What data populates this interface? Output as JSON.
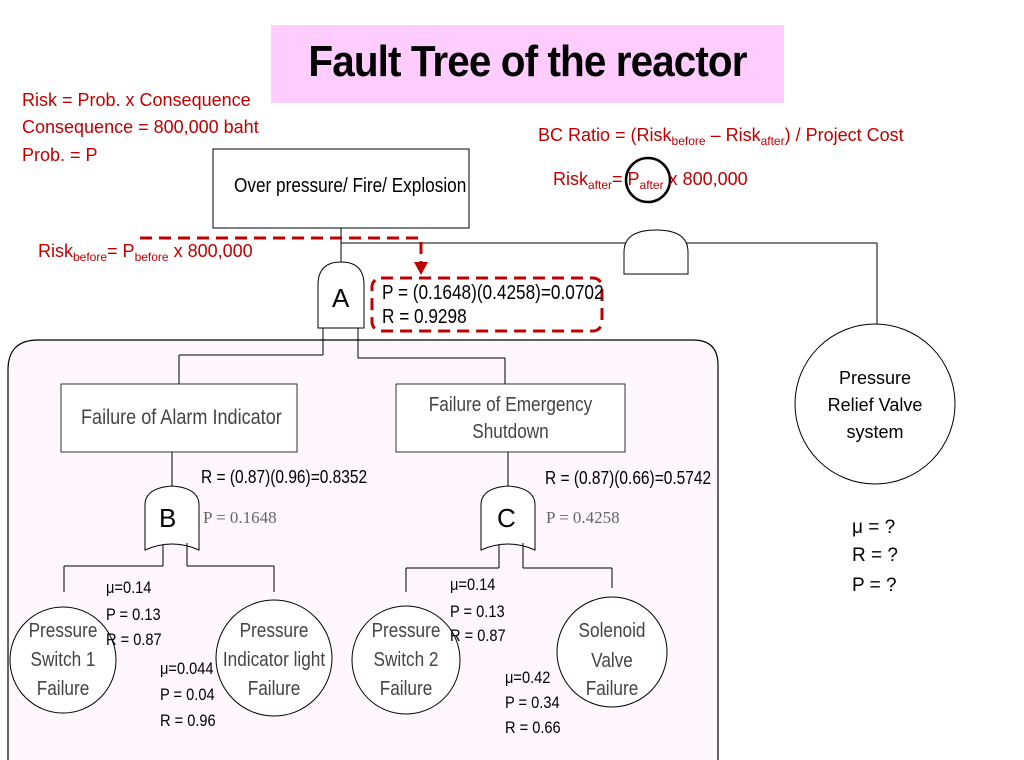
{
  "title": "Fault Tree of the reactor",
  "definitions": {
    "risk": "Risk = Prob. x Consequence",
    "consequence": "Consequence = 800,000 baht",
    "prob": "Prob. = P"
  },
  "bc_ratio": {
    "prefix": "BC Ratio = (Risk",
    "before_sub": "before",
    "minus": " – Risk",
    "after_sub": "after",
    "suffix": ") / Project Cost"
  },
  "risk_after": {
    "risk": "Risk",
    "risk_sub": "after",
    "equals": "= P",
    "p_sub": "after",
    "suffix": " x 800,000"
  },
  "risk_before": {
    "risk": "Risk",
    "risk_sub": "before",
    "equals": "= P",
    "p_sub": "before",
    "suffix": " x 800,000"
  },
  "top_event": "Over pressure/ Fire/ Explosion",
  "gate_a": {
    "letter": "A",
    "p_text": "P = (0.1648)(0.4258)=0.0702",
    "r_text": "R = 0.9298"
  },
  "alarm": {
    "label": "Failure of Alarm Indicator",
    "r_text": "R = (0.87)(0.96)=0.8352"
  },
  "emergency": {
    "line1": "Failure of Emergency",
    "line2": "Shutdown",
    "r_text": "R = (0.87)(0.66)=0.5742"
  },
  "gate_b": {
    "letter": "B",
    "p_text": "P = 0.1648"
  },
  "gate_c": {
    "letter": "C",
    "p_text": "P = 0.4258"
  },
  "relief_valve": {
    "line1": "Pressure",
    "line2": "Relief Valve",
    "line3": "system",
    "mu": "μ = ?",
    "r": "R = ?",
    "p": "P = ?"
  },
  "basic_events": [
    {
      "line1": "Pressure",
      "line2": "Switch 1",
      "line3": "Failure",
      "mu": "μ=0.14",
      "p": "P = 0.13",
      "r": "R = 0.87"
    },
    {
      "line1": "Pressure",
      "line2": "Indicator light",
      "line3": "Failure",
      "mu": "μ=0.044",
      "p": "P = 0.04",
      "r": "R = 0.96"
    },
    {
      "line1": "Pressure",
      "line2": "Switch 2",
      "line3": "Failure",
      "mu": "μ=0.14",
      "p": "P = 0.13",
      "r": "R = 0.87"
    },
    {
      "line1": "Solenoid",
      "line2": "Valve",
      "line3": "Failure",
      "mu": "μ=0.42",
      "p": "P = 0.34",
      "r": "R = 0.66"
    }
  ],
  "colors": {
    "title_bg": "#ffccff",
    "accent_red": "#c00000",
    "panel_bg": "#fdf6fb"
  }
}
